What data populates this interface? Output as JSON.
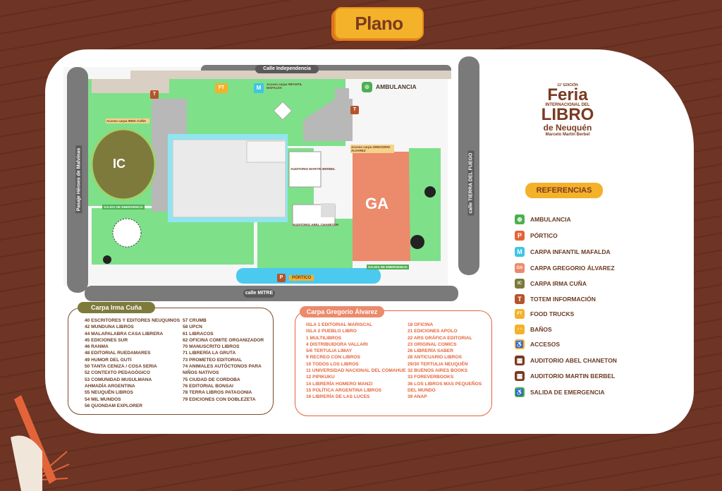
{
  "title": "Plano",
  "streets": {
    "north": "Calle Independencia",
    "south": "calle MITRE",
    "west": "Pasaje Héroes de Malvinas",
    "east": "calle TIERRA DEL FUEGO"
  },
  "map_labels": {
    "ambulancia": "AMBULANCIA",
    "ic": "IC",
    "ga": "GA",
    "ft": "FT",
    "m": "M",
    "t": "T",
    "p": "P",
    "portico": "PÓRTICO",
    "auditorio_berbel": "AUDITORIO MARTIN BERBEL",
    "auditorio_chaneton": "AUDITORIO ABEL CHANETON",
    "salida": "SALIDA DE EMERGENCIA",
    "acceso_mafalda": "Acceso carpa INFANTIL MAFALDA",
    "acceso_irma": "Acceso carpa IRMA CUÑA",
    "acceso_gregorio": "Acceso carpa GREGORIO ÁLVAREZ"
  },
  "logo": {
    "edition": "11° EDICIÓN",
    "line1": "Feria",
    "line2": "INTERNACIONAL DEL",
    "line3": "LIBRO",
    "line4": "de Neuquén",
    "line5": "Marcelo Martín Berbel"
  },
  "legend": {
    "title": "REFERENCIAS",
    "items": [
      {
        "icon": "ambulance-icon",
        "symbol": "⊕",
        "color": "#4caf50",
        "label": "AMBULANCIA"
      },
      {
        "icon": "portico-icon",
        "symbol": "P",
        "color": "#e4643a",
        "label": "PÓRTICO"
      },
      {
        "icon": "mafalda-icon",
        "symbol": "M",
        "color": "#3ec4e6",
        "label": "CARPA INFANTIL MAFALDA"
      },
      {
        "icon": "ga-icon",
        "symbol": "GA",
        "color": "#ec8a6c",
        "label": "CARPA GREGORIO ÁLVAREZ"
      },
      {
        "icon": "ic-icon",
        "symbol": "IC",
        "color": "#7a7a3a",
        "label": "CARPA IRMA CUÑA"
      },
      {
        "icon": "totem-icon",
        "symbol": "T",
        "color": "#b5532a",
        "label": "TOTEM INFORMACIÓN"
      },
      {
        "icon": "foodtruck-icon",
        "symbol": "FT",
        "color": "#f3b22a",
        "label": "FOOD TRUCKS"
      },
      {
        "icon": "bathroom-icon",
        "symbol": "♂♀",
        "color": "#f3b22a",
        "label": "BAÑOS"
      },
      {
        "icon": "access-icon",
        "symbol": "♿",
        "color": "#f3b22a",
        "label": "ACCESOS"
      },
      {
        "icon": "auditorium-icon",
        "symbol": "▦",
        "color": "#7a3a20",
        "label": "AUDITORIO ABEL CHANETON"
      },
      {
        "icon": "auditorium-icon",
        "symbol": "▦",
        "color": "#7a3a20",
        "label": "AUDITORIO MARTIN BERBEL"
      },
      {
        "icon": "emergency-exit-icon",
        "symbol": "♿",
        "color": "#4caf50",
        "label": "SALIDA DE EMERGENCIA"
      }
    ]
  },
  "irma": {
    "title": "Carpa Irma Cuña",
    "col1": [
      "40 ESCRITORES Y EDITORES NEUQUINOS",
      "42 MUNDUNA LIBROS",
      "44 MALAPALABRA CASA LIBRERA",
      "45 EDICIONES SUR",
      "46 RANMA",
      "48 EDITORIAL RUEDAMARES",
      "49 HUMOR DEL GUTI",
      "50 TANTA CENIZA / COSA SERIA",
      "52 CONTEXTO PEDAGÓGICO",
      "53 COMUNIDAD MUSULMANA",
      "AHMADÍA ARGENTINA",
      "55 NEUQUÉN LIBROS",
      "54 MIL MUNDOS",
      "56 QUONDAM EXPLORER"
    ],
    "col2": [
      "57 CRUMB",
      "58 UPCN",
      "61 LIBRACOS",
      "62 OFICINA COMITE ORGANIZADOR",
      "70 MANUSCRITO LIBROS",
      "71 LIBRERÍA LA GRUTA",
      "73 PROMETEO EDITORIAL",
      "74 ANIMALES AUTÓCTONOS PARA",
      "NIÑOS NATIVOS",
      "75 CIUDAD DE CORDOBA",
      "76 EDITORIAL BONSAI",
      "78 TERRA LIBROS PATAGONIA",
      "79 EDICIONES CON DOBLEZETA"
    ]
  },
  "gregorio": {
    "title": "Carpa Gregorio Álvarez",
    "col1": [
      "ISLA 1 EDITORIAL MARISCAL",
      "ISLA 2 PUEBLO LIBRO",
      "1 MULTILIBROS",
      "4 DISTRIBUIDORA VALLARI",
      "5/6 TERTULIA LIMAY",
      "9 RECREO CON LIBROS",
      "10 TODOS LOS LIBROS",
      "11 UNIVERSIDAD NACIONAL DEL COMAHUE",
      "12 PIPIKUKU",
      "14 LIBRERÍA HOMERO MANZI",
      "15 POLÍTICA ARGENTINA LIBROS",
      "16 LIBRERÍA DE LAS LUCES"
    ],
    "col2": [
      "18 OFICINA",
      "21 EDICIONES APOLO",
      "22 ARS GRÁFICA EDITORIAL",
      "23 ORIGINAL COMICS",
      "26 LIBRERÍA SABER",
      "28 ANTICUARIO LIBROS",
      "29/30 TERTULIA NEUQUÉN",
      "32 BUENOS AIRES BOOKS",
      "33 FOREVERBOOKS",
      "36 LOS LIBROS MAS PEQUEÑOS",
      "DEL MUNDO",
      "39 ANAP"
    ]
  }
}
